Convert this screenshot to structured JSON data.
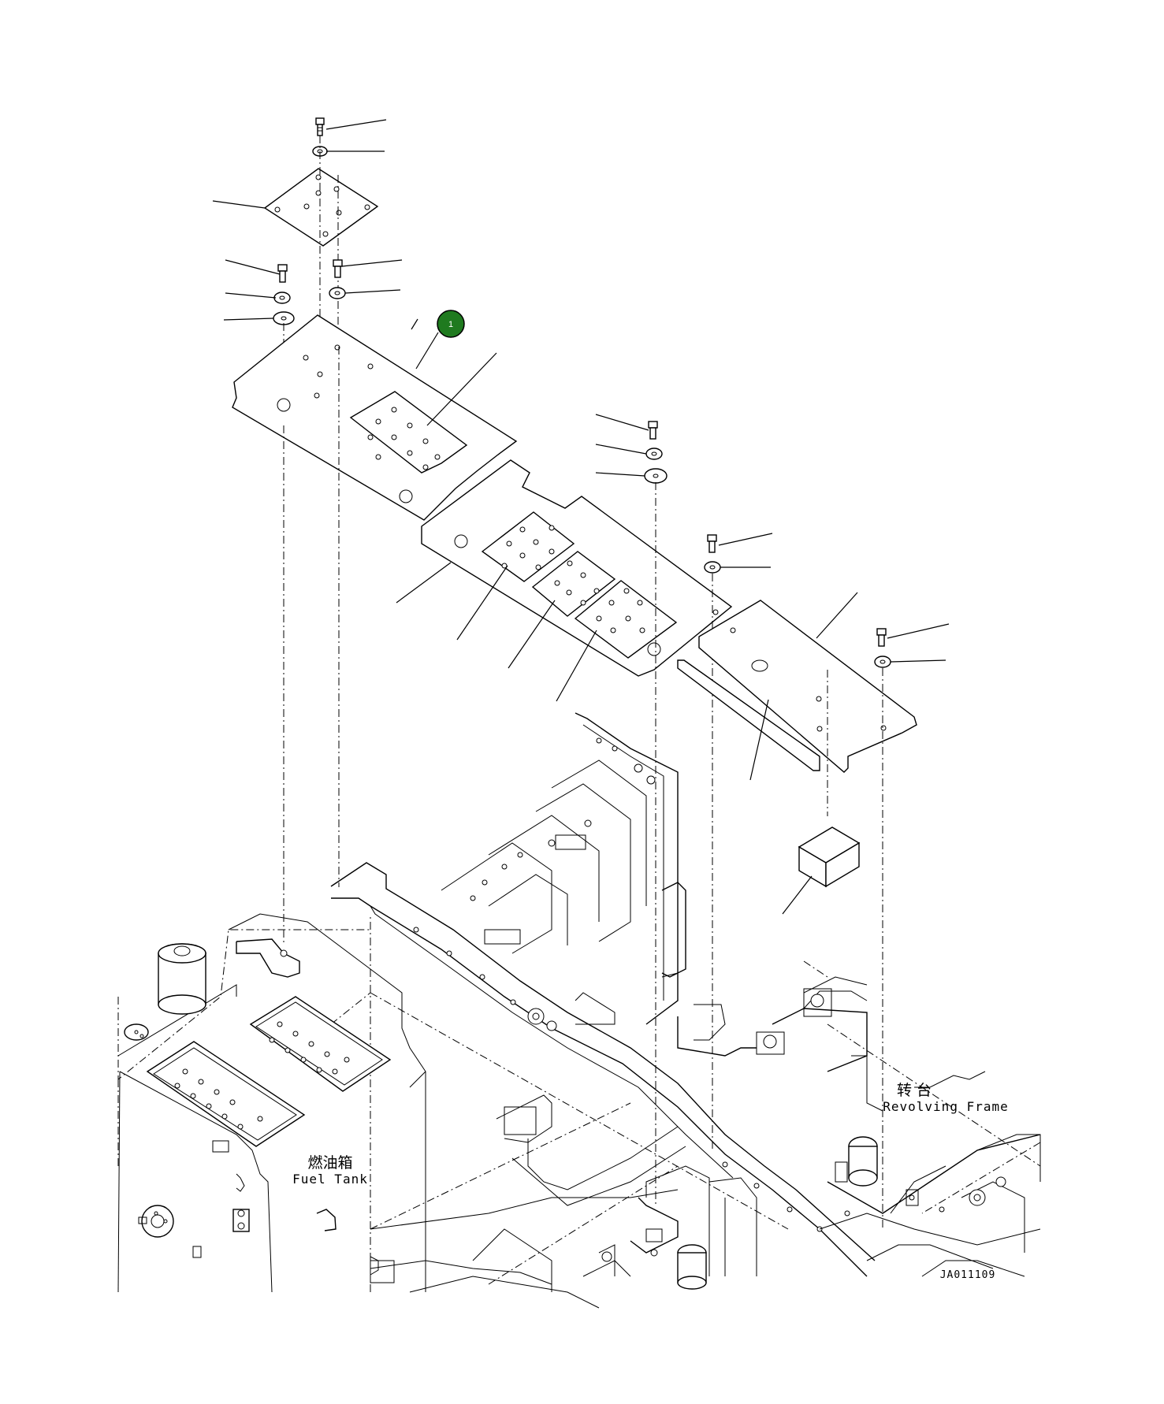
{
  "labels": {
    "revolving_frame_cn": "转 台",
    "revolving_frame_en": "Revolving Frame",
    "fuel_tank_cn": "燃油箱",
    "fuel_tank_en": "Fuel Tank",
    "drawing_code": "JA011109"
  },
  "callouts": [
    {
      "id": "1",
      "color": "#1f7a1f"
    }
  ]
}
